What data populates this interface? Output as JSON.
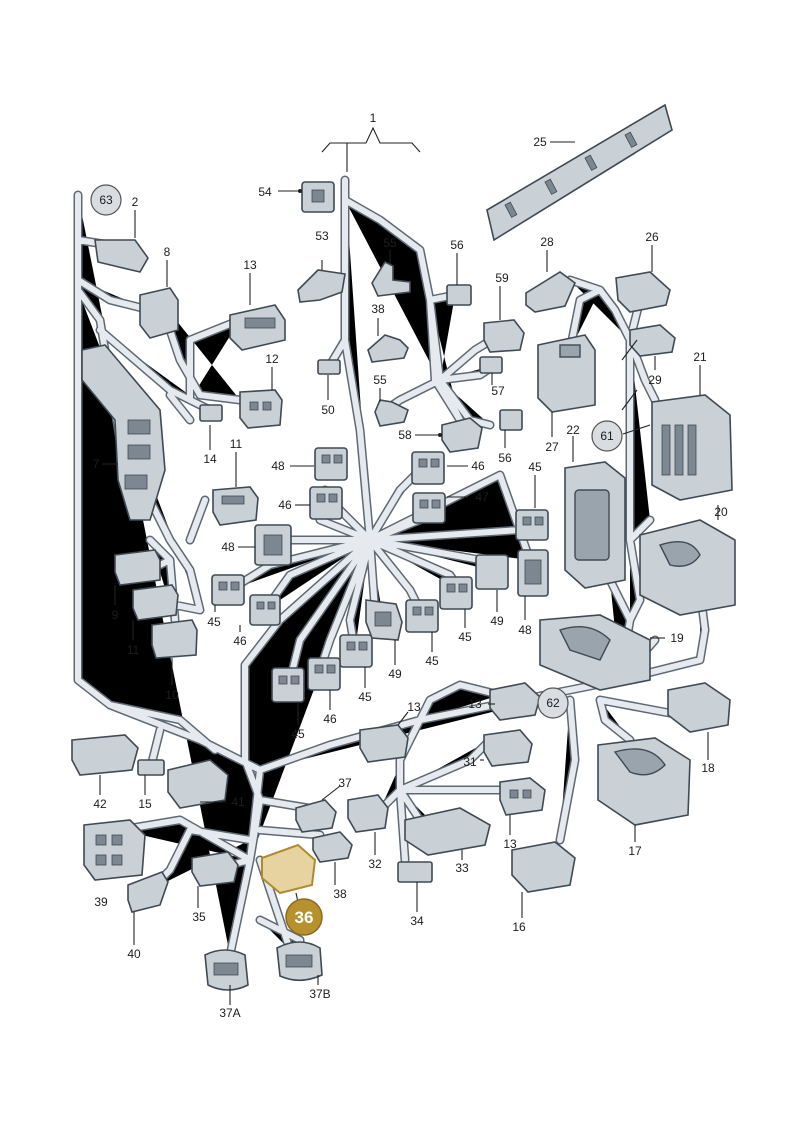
{
  "accent_color": "#b8912f",
  "harness_color": "#5d6a75",
  "highlighted_part": "36",
  "labels": [
    "1",
    "2",
    "7",
    "8",
    "9",
    "10",
    "11",
    "12",
    "13",
    "14",
    "15",
    "16",
    "17",
    "18",
    "19",
    "20",
    "21",
    "22",
    "25",
    "26",
    "27",
    "28",
    "29",
    "31",
    "32",
    "33",
    "34",
    "35",
    "37",
    "37A",
    "37B",
    "38",
    "39",
    "40",
    "41",
    "42",
    "45",
    "46",
    "47",
    "48",
    "49",
    "50",
    "53",
    "54",
    "55",
    "56",
    "57",
    "58",
    "59"
  ],
  "circled_labels": [
    "63",
    "61",
    "62"
  ]
}
